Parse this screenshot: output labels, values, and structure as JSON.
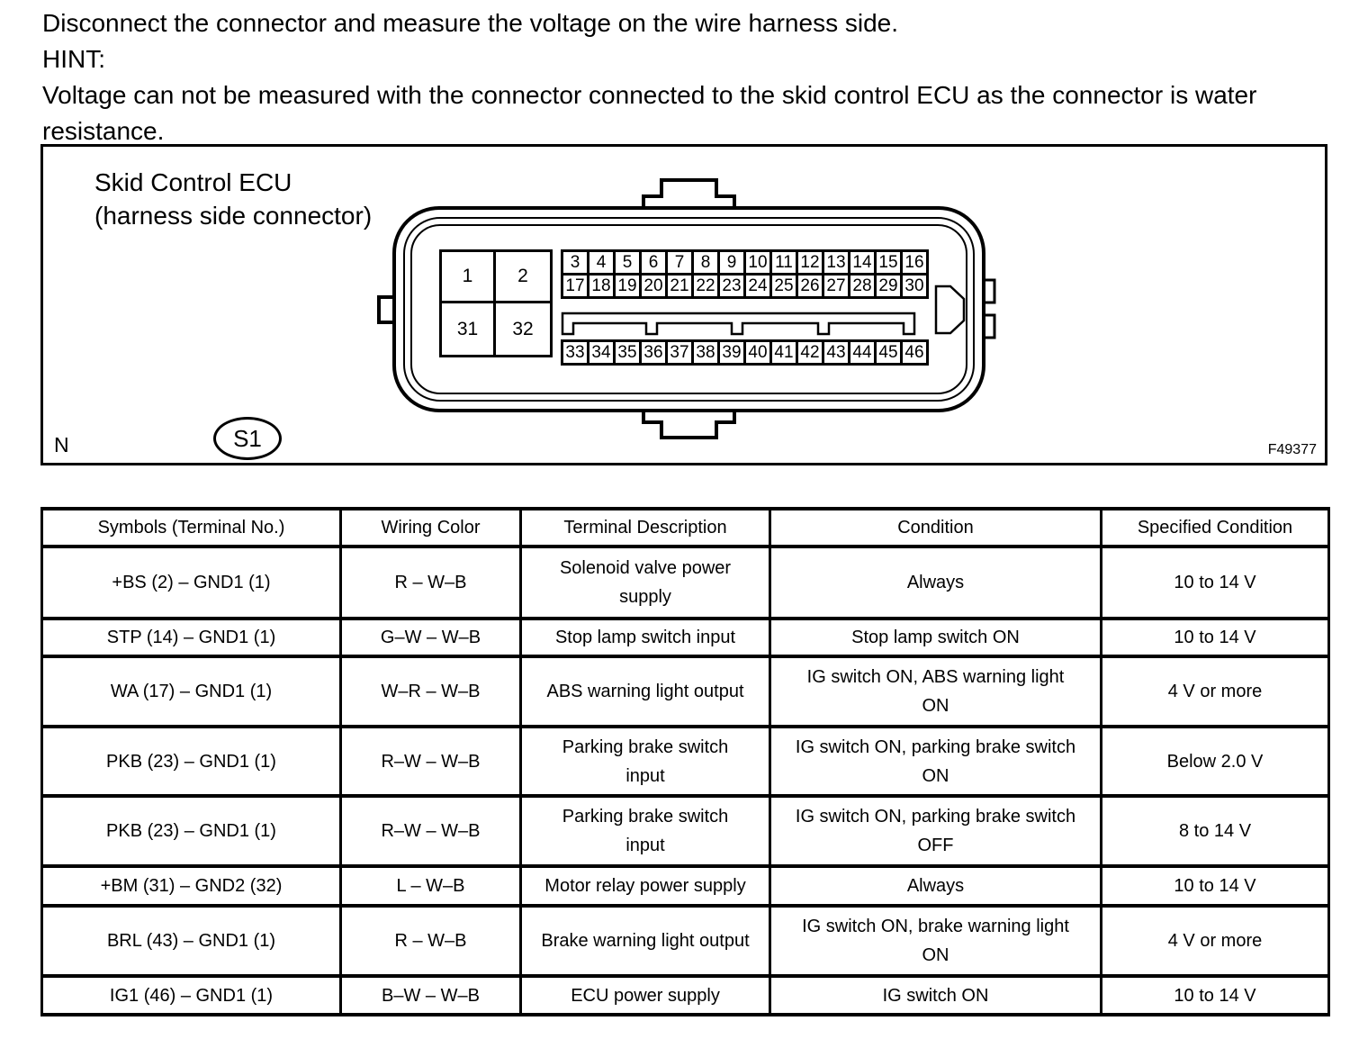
{
  "intro": {
    "instruction": "Disconnect the connector and measure the voltage on the wire harness side.",
    "hint_label": "HINT:",
    "hint_text": "Voltage can not be measured with the connector connected to the skid control ECU as the connector is water resistance."
  },
  "figure": {
    "title_line1": "Skid Control ECU",
    "title_line2": "(harness side connector)",
    "connector_id": "S1",
    "corner_label": "N",
    "figure_code": "F49377",
    "pins": {
      "block": [
        "1",
        "2",
        "31",
        "32"
      ],
      "row_top": [
        "3",
        "4",
        "5",
        "6",
        "7",
        "8",
        "9",
        "10",
        "11",
        "12",
        "13",
        "14",
        "15",
        "16"
      ],
      "row_middle": [
        "17",
        "18",
        "19",
        "20",
        "21",
        "22",
        "23",
        "24",
        "25",
        "26",
        "27",
        "28",
        "29",
        "30"
      ],
      "row_bottom": [
        "33",
        "34",
        "35",
        "36",
        "37",
        "38",
        "39",
        "40",
        "41",
        "42",
        "43",
        "44",
        "45",
        "46"
      ]
    }
  },
  "table": {
    "headers": [
      "Symbols (Terminal No.)",
      "Wiring Color",
      "Terminal Description",
      "Condition",
      "Specified Condition"
    ],
    "rows": [
      {
        "symbol": "+BS (2) – GND1 (1)",
        "wiring": "R – W–B",
        "description": "Solenoid valve power\nsupply",
        "condition": "Always",
        "specified": "10 to 14 V"
      },
      {
        "symbol": "STP (14) – GND1 (1)",
        "wiring": "G–W – W–B",
        "description": "Stop lamp switch input",
        "condition": "Stop lamp switch ON",
        "specified": "10 to 14 V"
      },
      {
        "symbol": "WA (17) – GND1 (1)",
        "wiring": "W–R – W–B",
        "description": "ABS warning light output",
        "condition": "IG switch ON, ABS warning light\nON",
        "specified": "4 V or more"
      },
      {
        "symbol": "PKB (23) – GND1 (1)",
        "wiring": "R–W – W–B",
        "description": "Parking brake switch\ninput",
        "condition": "IG switch ON, parking brake switch\nON",
        "specified": "Below 2.0 V"
      },
      {
        "symbol": "PKB (23) – GND1 (1)",
        "wiring": "R–W – W–B",
        "description": "Parking brake switch\ninput",
        "condition": "IG switch ON, parking brake switch\nOFF",
        "specified": "8 to 14 V"
      },
      {
        "symbol": "+BM (31) – GND2 (32)",
        "wiring": "L – W–B",
        "description": "Motor relay power supply",
        "condition": "Always",
        "specified": "10 to 14 V"
      },
      {
        "symbol": "BRL (43) – GND1 (1)",
        "wiring": "R – W–B",
        "description": "Brake warning light output",
        "condition": "IG switch ON, brake warning light\nON",
        "specified": "4 V or more"
      },
      {
        "symbol": "IG1 (46) – GND1 (1)",
        "wiring": "B–W – W–B",
        "description": "ECU power supply",
        "condition": "IG switch ON",
        "specified": "10 to 14 V"
      }
    ]
  }
}
